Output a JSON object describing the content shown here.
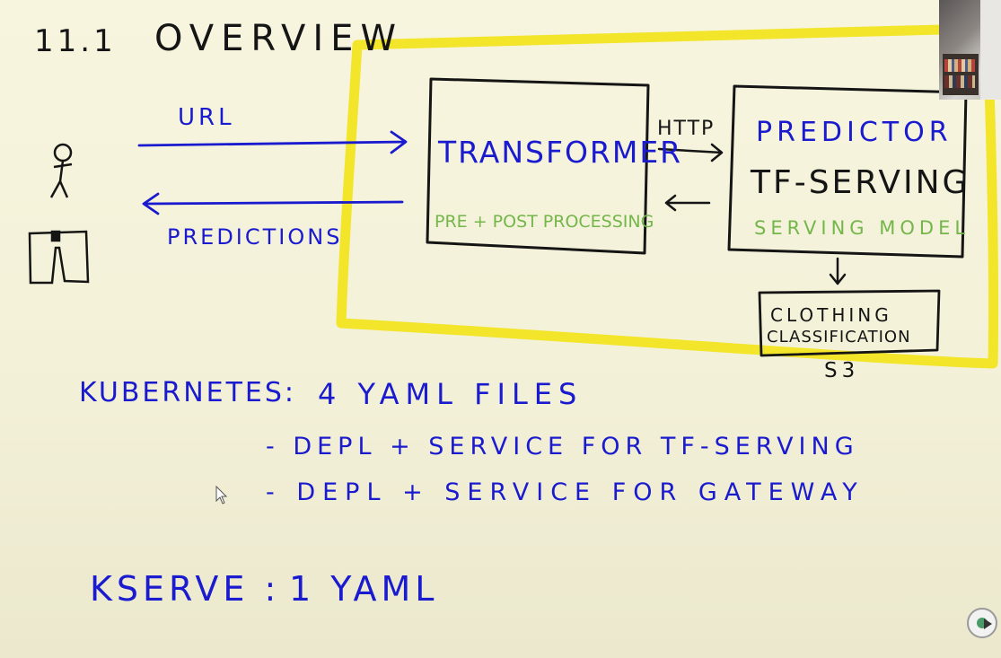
{
  "title": {
    "number": "11.1",
    "text": "OVERVIEW"
  },
  "arrows": {
    "request_label": "URL",
    "response_label": "PREDICTIONS",
    "protocol_label": "HTTP"
  },
  "transformer": {
    "name": "TRANSFORMER",
    "subtitle": "PRE + POST PROCESSING"
  },
  "predictor": {
    "name": "PREDICTOR",
    "engine": "TF-SERVING",
    "subtitle": "SERVING MODEL"
  },
  "storage": {
    "line1": "CLOTHING",
    "line2": "CLASSIFICATION",
    "label": "S3"
  },
  "kubernetes": {
    "heading": "KUBERNETES:",
    "count": "4 YAML FILES",
    "items": [
      "- DEPL + SERVICE FOR TF-SERVING",
      "- DEPL + SERVICE FOR GATEWAY"
    ]
  },
  "kserve": {
    "label": "KSERVE :",
    "value": "1 YAML"
  },
  "colors": {
    "ink_black": "#151515",
    "ink_blue": "#1a1acf",
    "ink_green": "#74b64a",
    "highlight_yellow": "#f2e52a"
  }
}
